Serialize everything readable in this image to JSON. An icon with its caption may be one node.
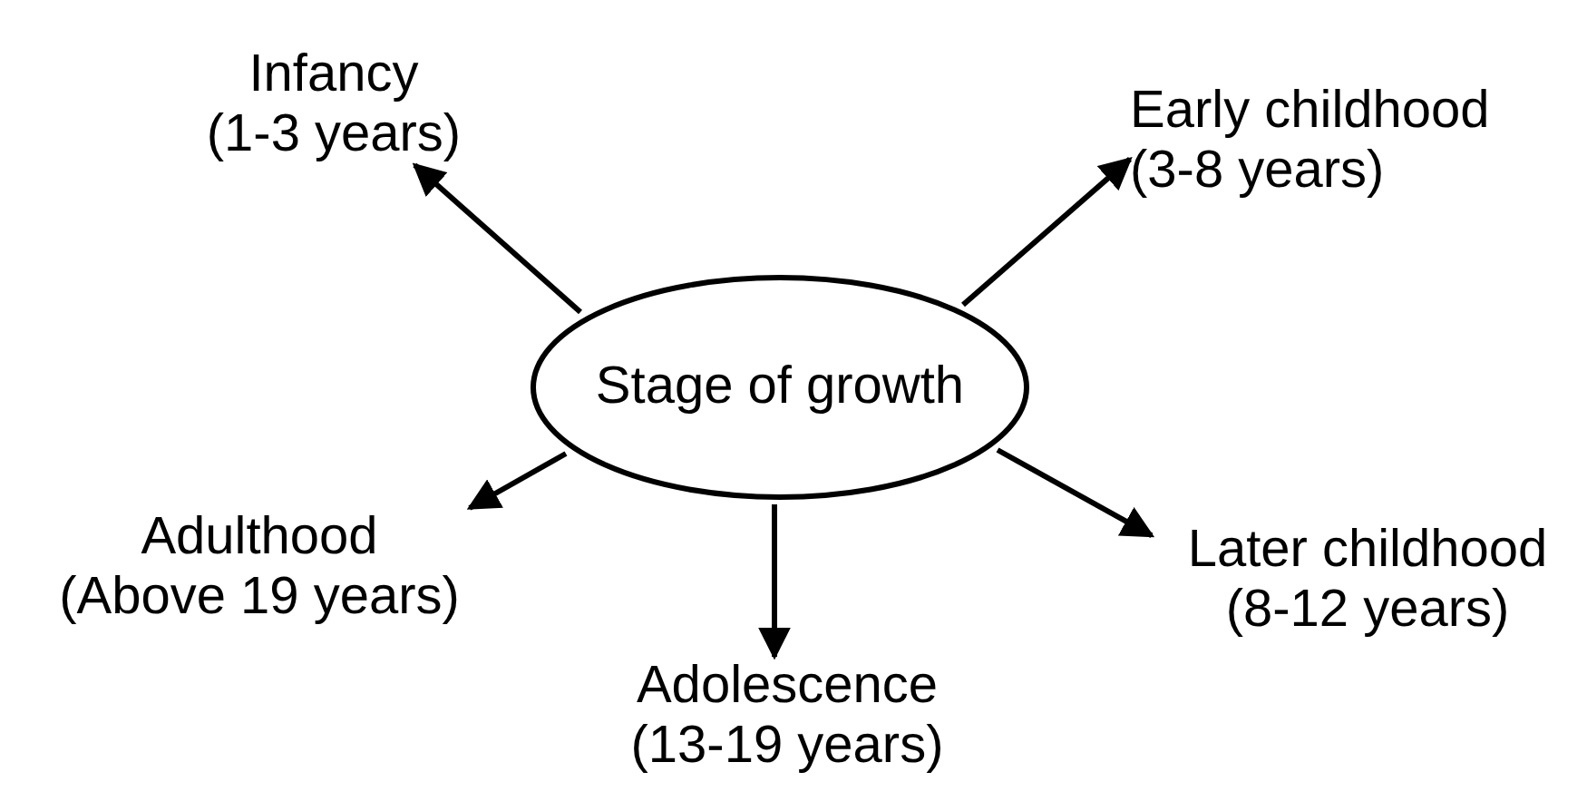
{
  "diagram": {
    "nodes": [
      {
        "text": [
          "Stage of growth"
        ]
      },
      {
        "text": [
          "Infancy",
          "(1-3 years)"
        ]
      },
      {
        "text": [
          "Early childhood",
          "(3-8 years)"
        ]
      },
      {
        "text": [
          "Adulthood",
          "(Above 19 years)"
        ]
      },
      {
        "text": [
          "Adolescence",
          "(13-19 years)"
        ]
      },
      {
        "text": [
          "Later childhood",
          "(8-12 years)"
        ]
      }
    ],
    "edges": [
      {
        "from": 0,
        "to": 1,
        "arrow": "to"
      },
      {
        "from": 0,
        "to": 2,
        "arrow": "to"
      },
      {
        "from": 0,
        "to": 3,
        "arrow": "to"
      },
      {
        "from": 0,
        "to": 4,
        "arrow": "to"
      },
      {
        "from": 0,
        "to": 5,
        "arrow": "to"
      }
    ]
  }
}
